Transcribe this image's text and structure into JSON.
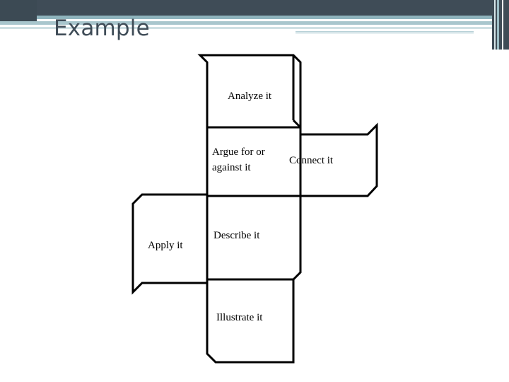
{
  "header": {
    "title": "Example",
    "bar_color": "#3f4c57",
    "accent_color": "#8fb4bd"
  },
  "diagram": {
    "type": "cube-net",
    "stroke_color": "#000000",
    "fill_color": "#ffffff",
    "faces": [
      {
        "id": "analyze",
        "label": "Analyze it",
        "lines": [
          "Analyze it"
        ]
      },
      {
        "id": "argue",
        "label": "Argue for or against it",
        "lines": [
          "Argue for or",
          "against it"
        ]
      },
      {
        "id": "connect",
        "label": "Connect it",
        "lines": [
          "Connect it"
        ]
      },
      {
        "id": "apply",
        "label": "Apply it",
        "lines": [
          "Apply it"
        ]
      },
      {
        "id": "describe",
        "label": "Describe it",
        "lines": [
          "Describe it"
        ]
      },
      {
        "id": "illustrate",
        "label": "Illustrate it",
        "lines": [
          "Illustrate it"
        ]
      }
    ]
  }
}
